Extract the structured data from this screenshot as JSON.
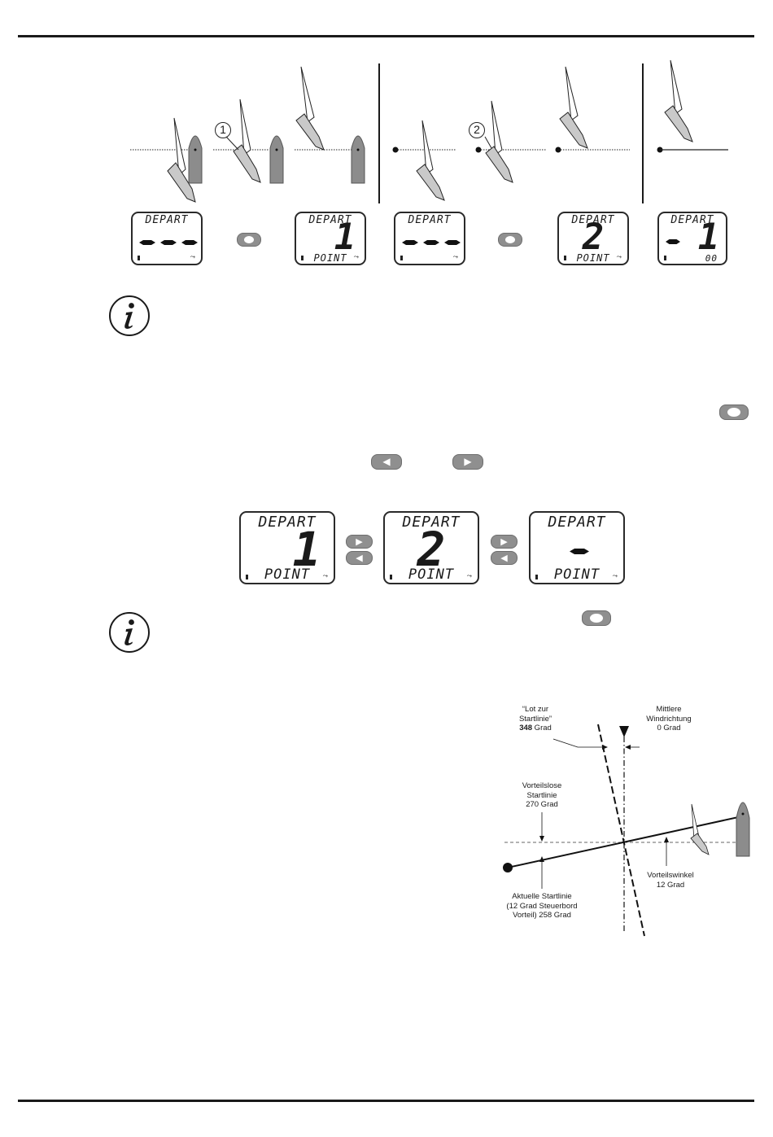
{
  "displays": {
    "top_label": "DEPART",
    "point_label": "POINT",
    "dash_glyph": "-",
    "digit_one": "1",
    "digit_two": "2",
    "small_value": "00",
    "minus": "-",
    "corner_glyph": "⤳"
  },
  "callouts": {
    "one": "1",
    "two": "2"
  },
  "diagram": {
    "perpendicular_line": [
      "“Lot zur",
      "Startlinie”",
      "348 Grad"
    ],
    "mean_wind": [
      "Mittlere",
      "Windrichtung",
      "0 Grad"
    ],
    "neutral_line": [
      "Vorteilslose",
      "Startlinie",
      "270 Grad"
    ],
    "advantage_angle": [
      "Vorteilswinkel",
      "12 Grad"
    ],
    "current_line": [
      "Aktuelle Startlinie",
      "(12 Grad Steuerbord",
      "Vorteil) 258 Grad"
    ]
  },
  "colors": {
    "boat": "#8c8c8c",
    "sail": "#c9c9c9",
    "ink": "#1a1a1a"
  }
}
